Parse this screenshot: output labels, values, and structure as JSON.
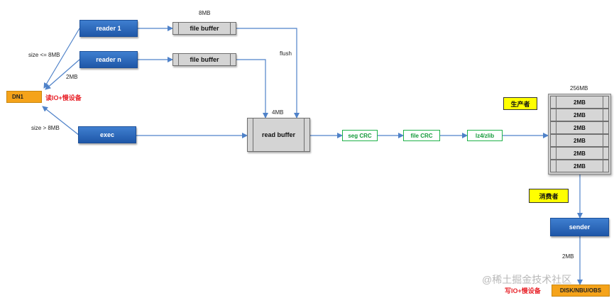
{
  "nodes": {
    "reader_1": "reader 1",
    "reader_n": "reader n",
    "exec": "exec",
    "file_buffer_1": "file buffer",
    "file_buffer_n": "file buffer",
    "read_buffer": "read buffer",
    "seg_crc": "seg CRC",
    "file_crc": "file CRC",
    "compress": "lz4/zlib",
    "dn1": "DN1",
    "sender": "sender",
    "target": "DISK/NBU/OBS"
  },
  "labels": {
    "file_buffer_size": "8MB",
    "flush": "flush",
    "read_buffer_size": "4MB",
    "size_le_8mb": "size <= 8MB",
    "read_2mb": "2MB",
    "size_gt_8mb": "size > 8MB",
    "queue_size": "256MB",
    "send_2mb": "2MB",
    "read_io_slow": "读IO+慢设备",
    "write_io_slow": "写IO+慢设备",
    "producer": "生产者",
    "consumer": "消费者"
  },
  "queue_slots": [
    "2MB",
    "2MB",
    "2MB",
    "2MB",
    "2MB",
    "2MB"
  ],
  "watermark": "@稀土掘金技术社区",
  "colors": {
    "box_blue": "#2a67bd",
    "stage_green": "#1fb24a",
    "arrow_blue": "#4f82c9",
    "tag_yellow": "#ffff00",
    "dn_orange": "#f5a31a",
    "alert_red": "#e8232a"
  }
}
